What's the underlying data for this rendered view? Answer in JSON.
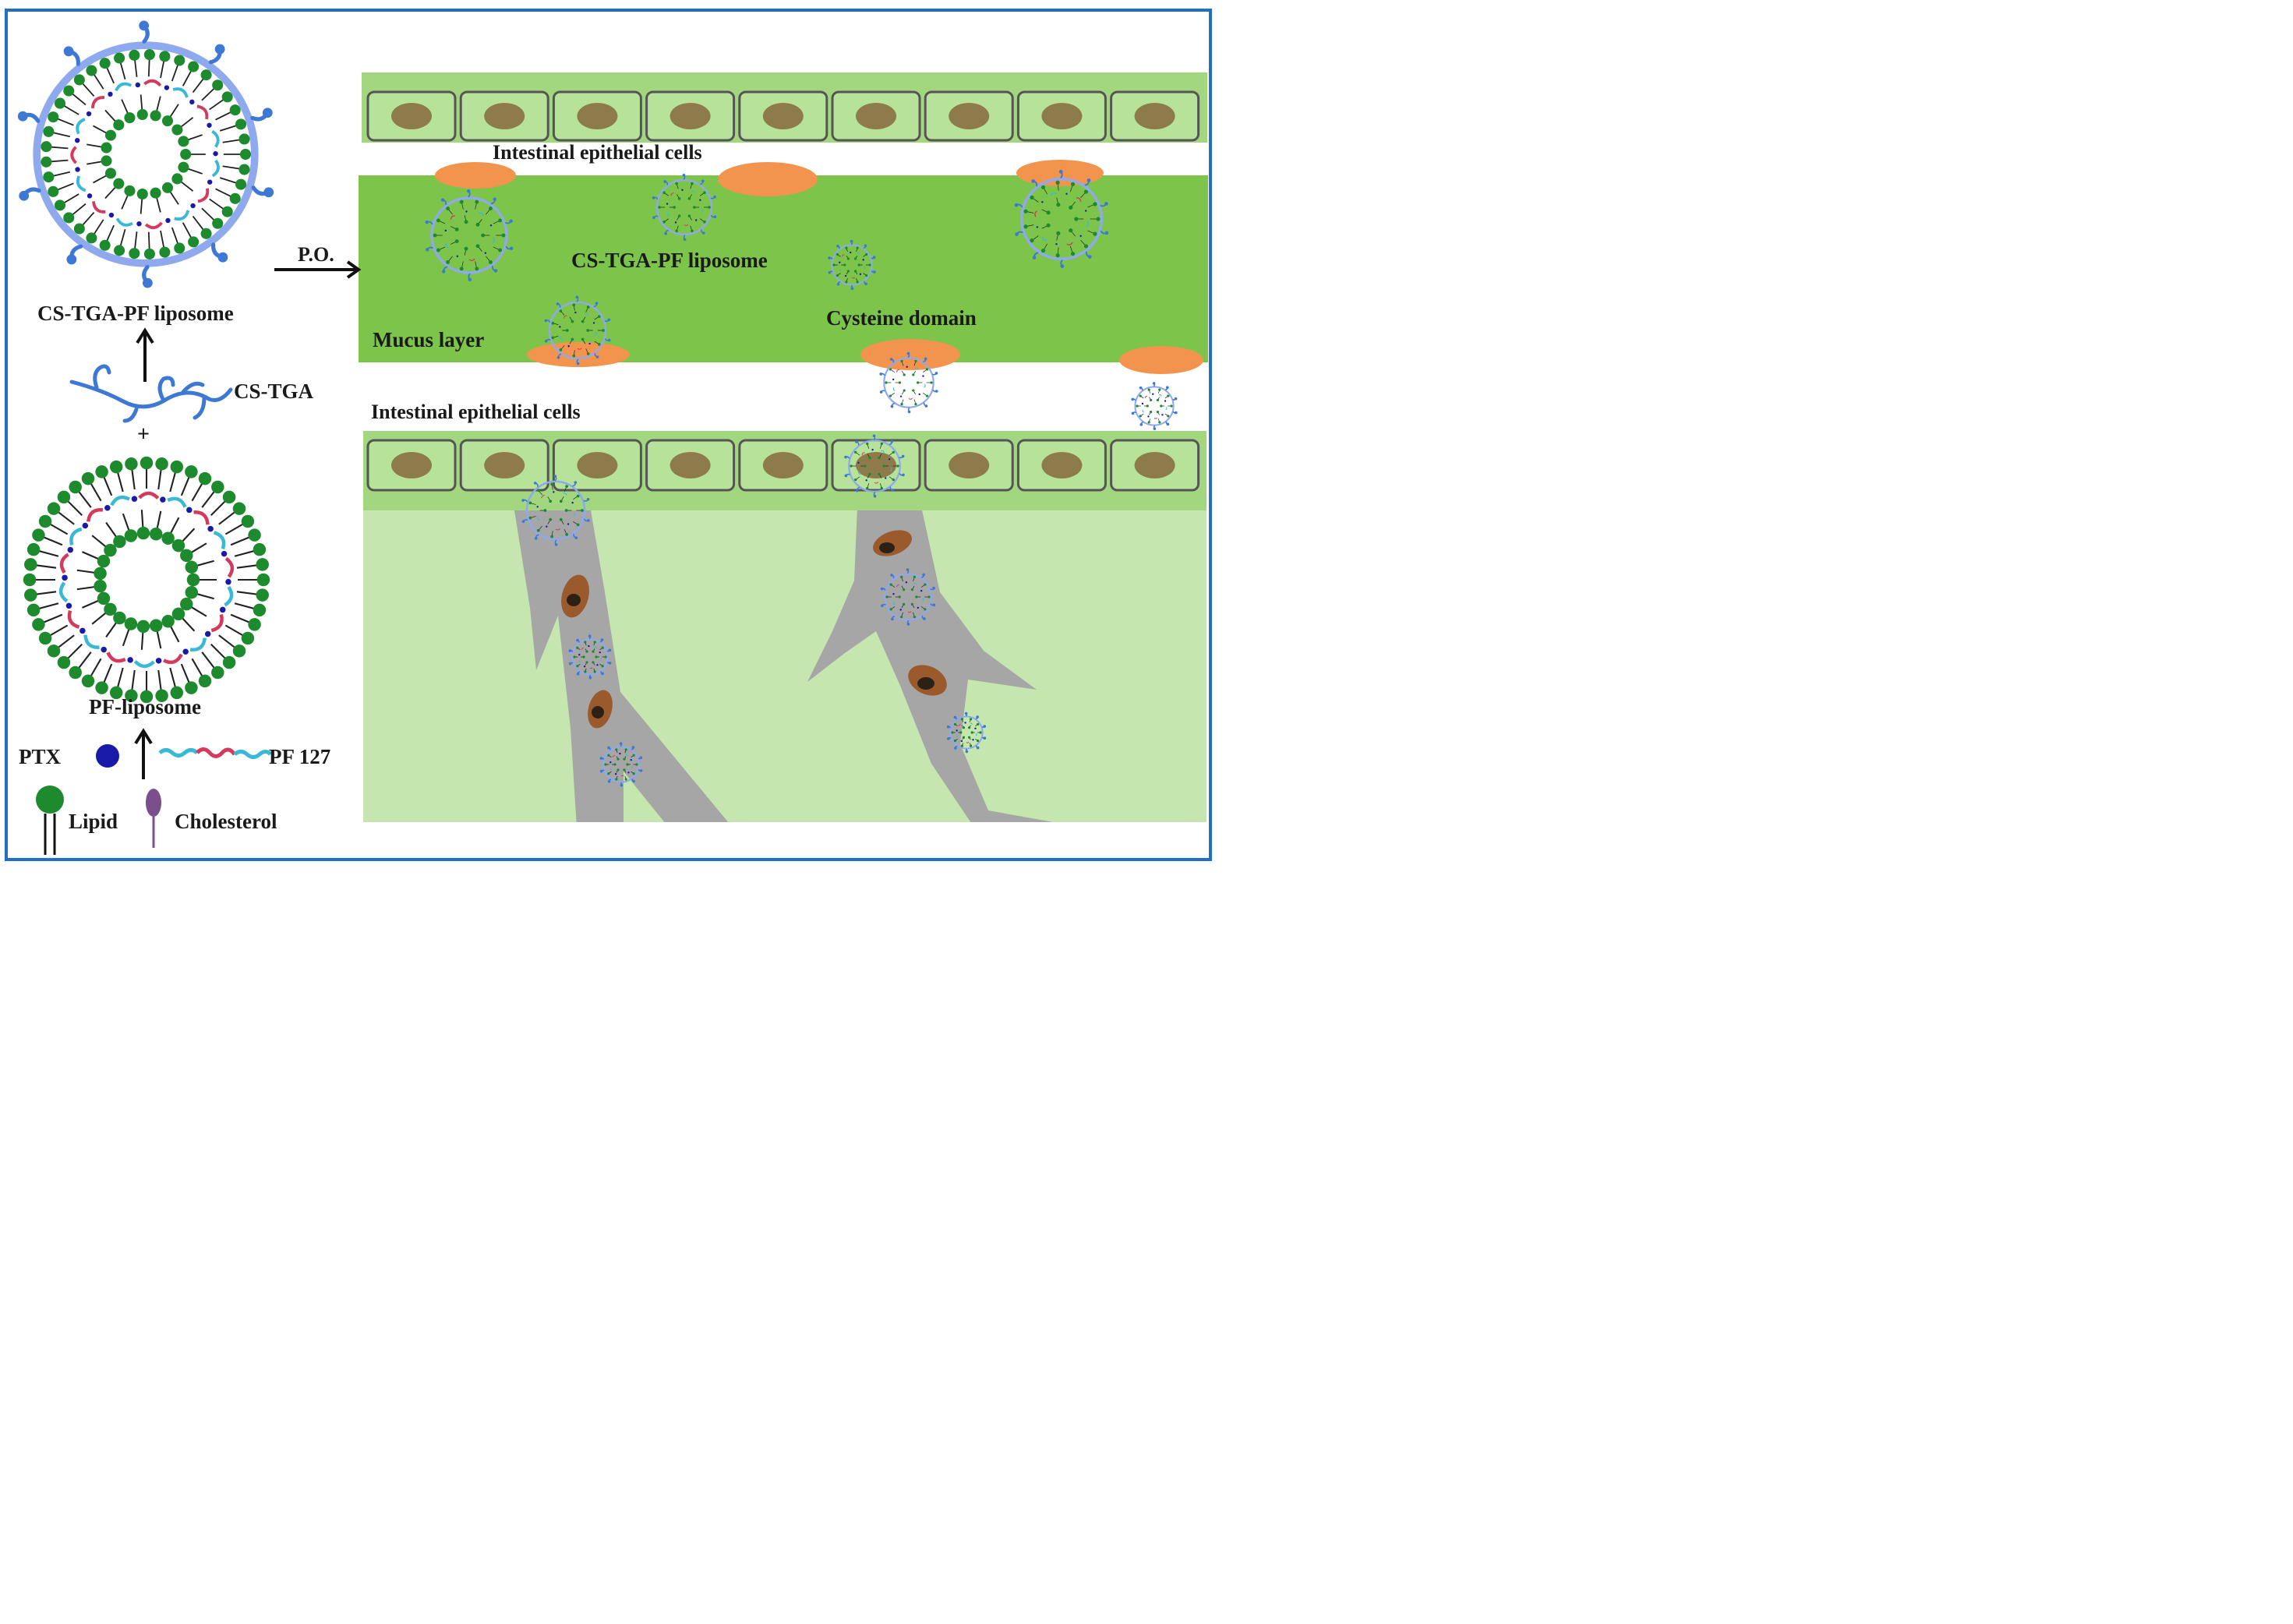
{
  "colors": {
    "frame": "#1f6fc6",
    "epithelium_band": "#a3d77f",
    "cell_fill": "#b7e29a",
    "cell_border": "#555555",
    "nucleus": "#8d7b4b",
    "mucus": "#7dc44a",
    "tissue": "#c5e6ae",
    "cysteine_domain": "#f2944d",
    "lipid_head": "#1d8a2d",
    "ptx": "#1a1aa8",
    "pf127_blue": "#3ab9d6",
    "pf127_red": "#d43a5c",
    "cholesterol": "#7a4f8c",
    "cs_tga": "#3d78d4",
    "cs_shell": "#8fa9ee",
    "vessel": "#a6a6a6",
    "vessel_cell": "#9a5a2c"
  },
  "labels": {
    "cs_tga_pf_liposome": "CS-TGA-PF  liposome",
    "cs_tga": "CS-TGA",
    "plus": "+",
    "pf_liposome": "PF-liposome",
    "ptx": "PTX",
    "pf127": "PF 127",
    "lipid": "Lipid",
    "cholesterol": "Cholesterol",
    "po": "P.O.",
    "epithelial_top": "Intestinal epithelial cells",
    "epithelial_bottom": "Intestinal epithelial cells",
    "liposome_in_mucus": "CS-TGA-PF liposome",
    "cysteine_domain": "Cysteine domain",
    "mucus_layer": "Mucus layer"
  },
  "icons": {
    "liposome": "liposome-icon",
    "cs_tga_chain": "polymer-chain-icon",
    "arrow": "arrow-icon"
  }
}
